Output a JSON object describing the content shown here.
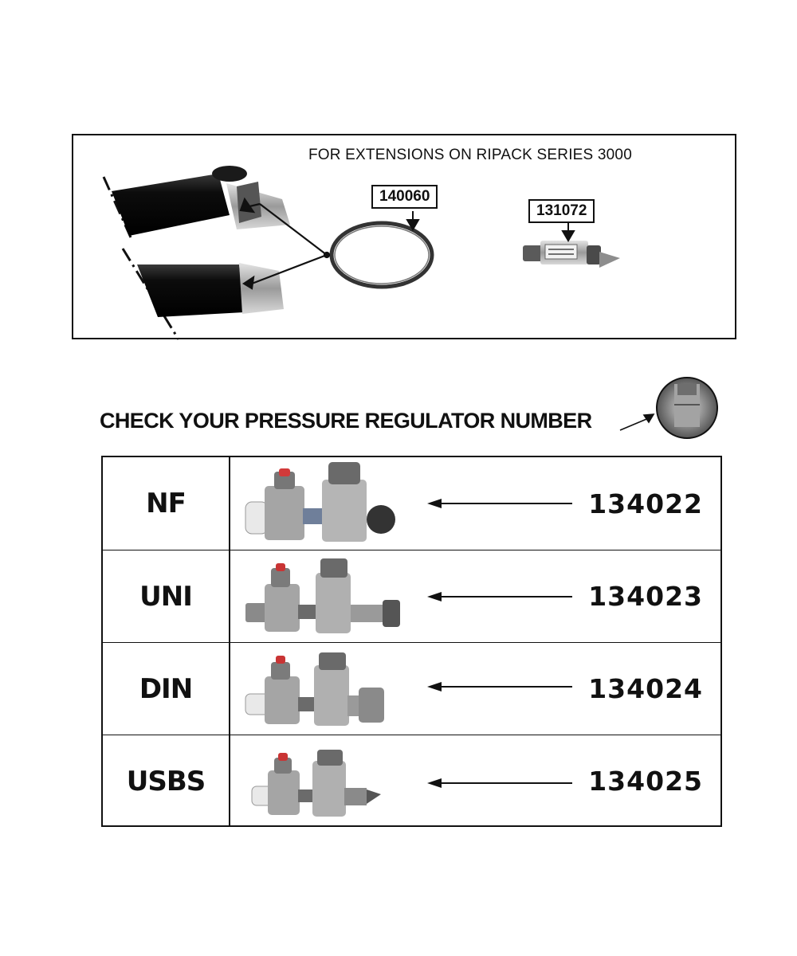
{
  "extensions": {
    "title": "FOR EXTENSIONS ON RIPACK SERIES 3000",
    "parts": [
      {
        "number": "140060",
        "item": "o-ring"
      },
      {
        "number": "131072",
        "item": "connector"
      }
    ]
  },
  "regulator_check": {
    "heading": "CHECK YOUR PRESSURE REGULATOR NUMBER"
  },
  "regulators": [
    {
      "type": "NF",
      "number": "134022"
    },
    {
      "type": "UNI",
      "number": "134023"
    },
    {
      "type": "DIN",
      "number": "134024"
    },
    {
      "type": "USBS",
      "number": "134025"
    }
  ]
}
